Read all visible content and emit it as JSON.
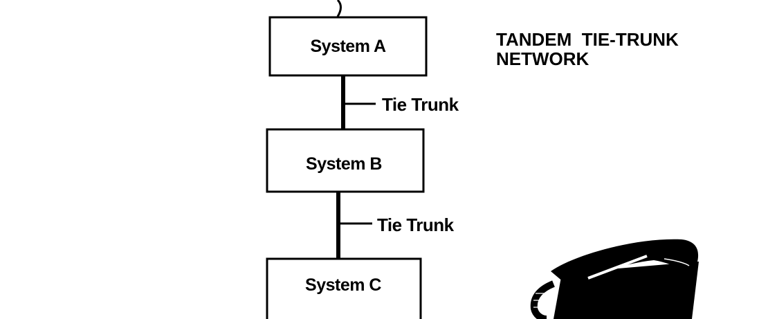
{
  "title": {
    "line1": "TANDEM  TIE-TRUNK",
    "line2": "NETWORK"
  },
  "nodes": [
    {
      "label": "System A"
    },
    {
      "label": "System B"
    },
    {
      "label": "System C"
    }
  ],
  "links": [
    {
      "label": "Tie Trunk"
    },
    {
      "label": "Tie Trunk"
    }
  ],
  "icons": {
    "telephone": "telephone-icon"
  }
}
